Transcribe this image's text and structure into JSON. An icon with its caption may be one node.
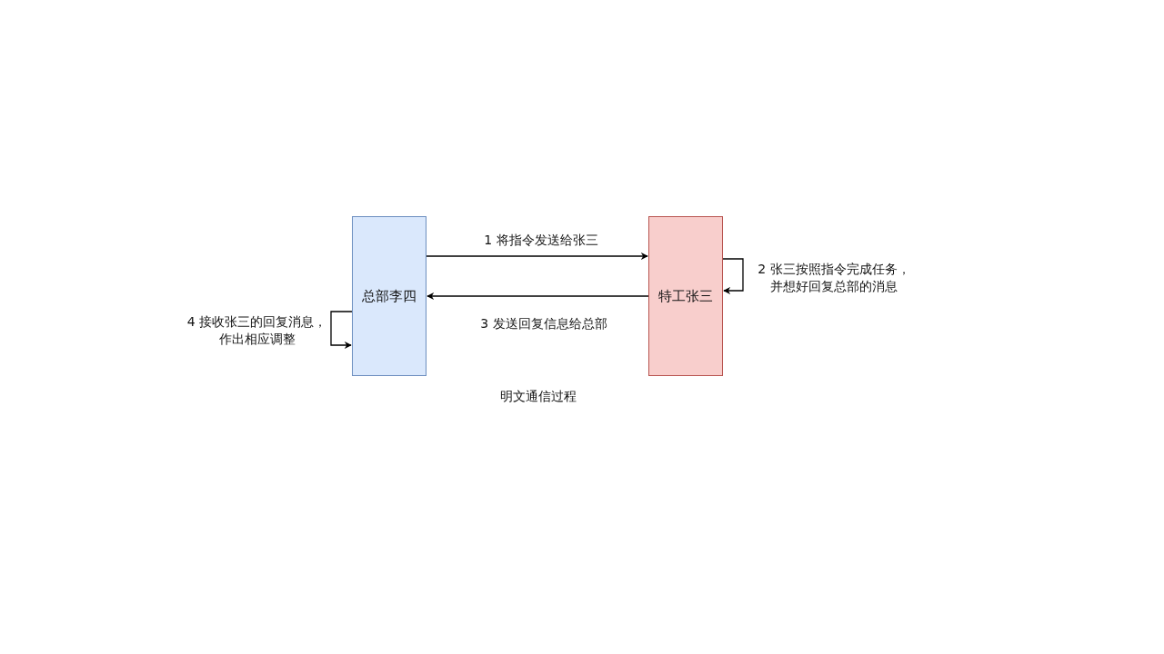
{
  "diagram": {
    "caption": "明文通信过程",
    "nodes": [
      {
        "text": [
          "总部李四"
        ]
      },
      {
        "text": [
          "特工张三"
        ]
      }
    ],
    "edges": [
      {
        "from": 0,
        "to": 1,
        "arrow": "to",
        "label": "1 将指令发送给张三"
      },
      {
        "from": 1,
        "to": 1,
        "arrow": "to",
        "label": "2 张三按照指令完成任务，并想好回复总部的消息"
      },
      {
        "from": 1,
        "to": 0,
        "arrow": "to",
        "label": "3 发送回复信息给总部"
      },
      {
        "from": 0,
        "to": 0,
        "arrow": "to",
        "label": "4 接收张三的回复消息，作出相应调整"
      }
    ]
  }
}
